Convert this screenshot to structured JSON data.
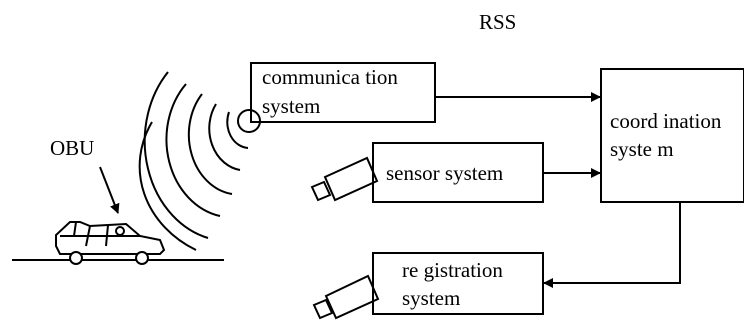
{
  "title": "RSS",
  "obu_label": "OBU",
  "blocks": {
    "communication": [
      "communica tion",
      "system"
    ],
    "sensor": "sensor system",
    "coordination": [
      "coord ination",
      "syste m"
    ],
    "registration": [
      "re gistration",
      "system"
    ]
  }
}
